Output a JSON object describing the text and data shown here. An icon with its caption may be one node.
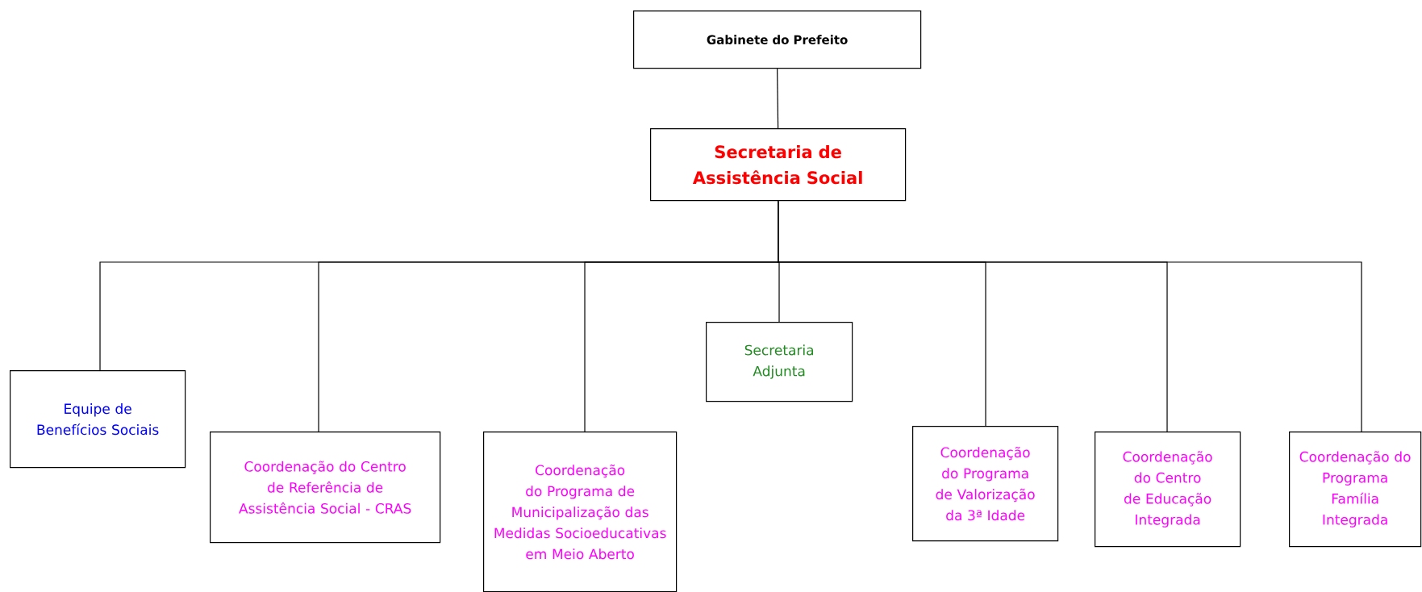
{
  "diagram": {
    "nodes": [
      {
        "text": [
          "Gabinete do Prefeito"
        ]
      },
      {
        "text": [
          "Secretaria de Assistência Social"
        ]
      },
      {
        "text": [
          "Equipe de Benefícios Sociais"
        ]
      },
      {
        "text": [
          "Coordenação do Centro de Referência de Assistência Social - CRAS"
        ]
      },
      {
        "text": [
          "Coordenação do Programa de Municipalização das Medidas Socioeducativas em Meio Aberto"
        ]
      },
      {
        "text": [
          "Secretaria Adjunta"
        ]
      },
      {
        "text": [
          "Coordenação do Programa de Valorização da 3ª Idade"
        ]
      },
      {
        "text": [
          "Coordenação do Centro de Educação Integrada"
        ]
      },
      {
        "text": [
          "Coordenação do Programa Família Integrada"
        ]
      }
    ],
    "edges": [
      {
        "from": 0,
        "to": 1,
        "arrow": "none"
      },
      {
        "from": 1,
        "to": 2,
        "arrow": "none"
      },
      {
        "from": 1,
        "to": 3,
        "arrow": "none"
      },
      {
        "from": 1,
        "to": 4,
        "arrow": "none"
      },
      {
        "from": 1,
        "to": 5,
        "arrow": "none"
      },
      {
        "from": 1,
        "to": 6,
        "arrow": "none"
      },
      {
        "from": 1,
        "to": 7,
        "arrow": "none"
      },
      {
        "from": 1,
        "to": 8,
        "arrow": "none"
      }
    ]
  }
}
